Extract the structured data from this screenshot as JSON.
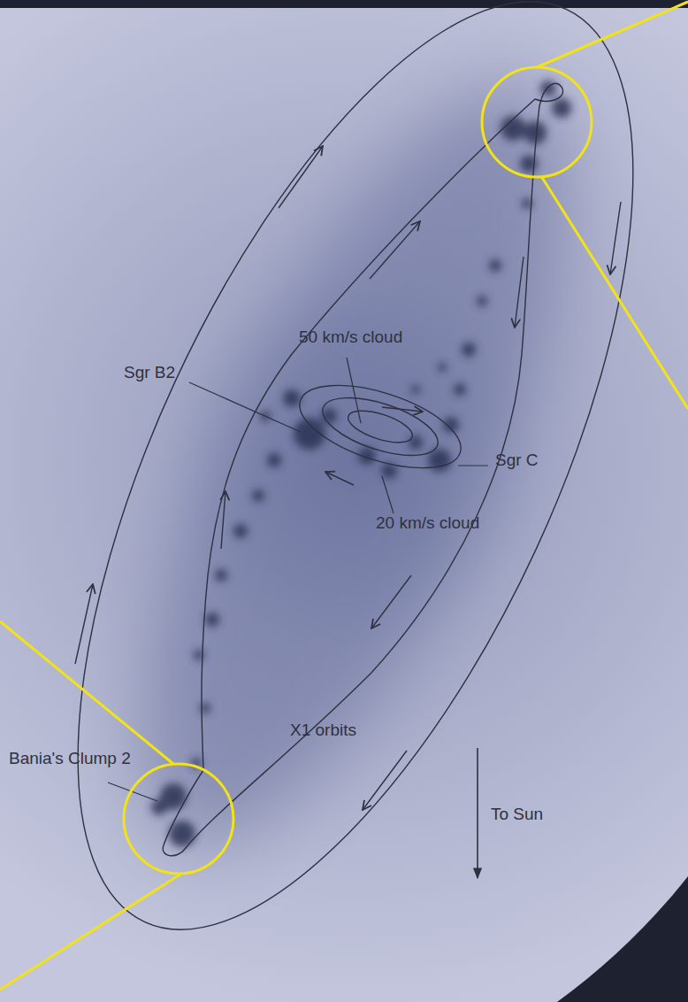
{
  "diagram": {
    "labels": [
      "50 km/s cloud",
      "Sgr B2",
      "Sgr C",
      "20 km/s cloud",
      "X1 orbits",
      "Bania's Clump 2",
      "To Sun"
    ]
  }
}
